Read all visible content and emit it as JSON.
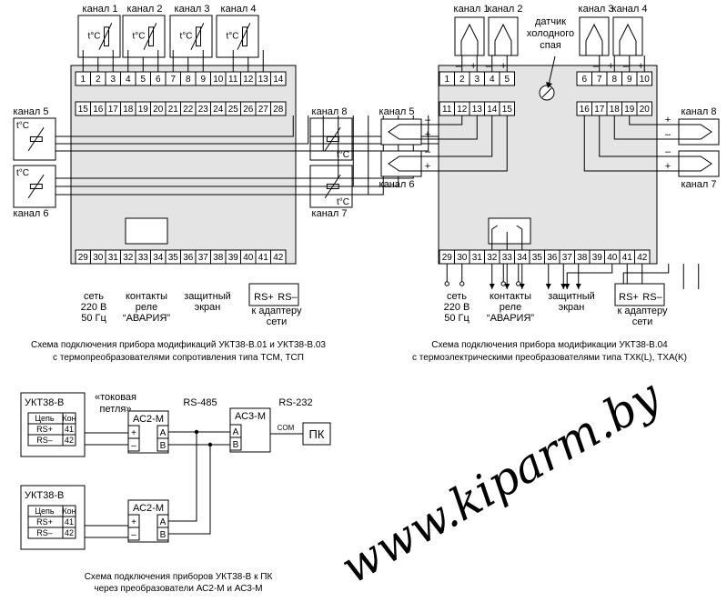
{
  "left": {
    "channels_top": [
      "канал 1",
      "канал 2",
      "канал 3",
      "канал 4"
    ],
    "channels_side": [
      "канал 5",
      "канал 6",
      "канал 8",
      "канал 7"
    ],
    "sensor_label": "t°C",
    "term_top": [
      "1",
      "2",
      "3",
      "4",
      "5",
      "6",
      "7",
      "8",
      "9",
      "10",
      "11",
      "12",
      "13",
      "14"
    ],
    "term_mid": [
      "15",
      "16",
      "17",
      "18",
      "19",
      "20",
      "21",
      "22",
      "23",
      "24",
      "25",
      "26",
      "27",
      "28"
    ],
    "term_bottom": [
      "29",
      "30",
      "31",
      "32",
      "33",
      "34",
      "35",
      "36",
      "37",
      "38",
      "39",
      "40",
      "41",
      "42"
    ],
    "power_lines": [
      "сеть",
      "220 В",
      "50 Гц"
    ],
    "relay_lines": [
      "контакты",
      "реле",
      "“АВАРИЯ”"
    ],
    "screen_lines": [
      "защитный",
      "экран"
    ],
    "rs_plus": "RS+",
    "rs_minus": "RS–",
    "adapter_lines": [
      "к адаптеру",
      "сети"
    ],
    "caption": [
      "Схема подключения прибора модификаций УКТ38-В.01 и УКТ38-В.03",
      "с термопреобразователями сопротивления типа ТСМ, ТСП"
    ]
  },
  "right": {
    "channels_top": [
      "канал 1",
      "канал 2",
      "канал 3",
      "канал 4"
    ],
    "channels_side": [
      "канал 5",
      "канал 6",
      "канал 8",
      "канал 7"
    ],
    "cold_junction_lines": [
      "датчик",
      "холодного",
      "спая"
    ],
    "term_top": [
      "1",
      "2",
      "3",
      "4",
      "5",
      "6",
      "7",
      "8",
      "9",
      "10"
    ],
    "term_mid": [
      "11",
      "12",
      "13",
      "14",
      "15",
      "16",
      "17",
      "18",
      "19",
      "20"
    ],
    "term_bottom": [
      "29",
      "30",
      "31",
      "32",
      "33",
      "34",
      "35",
      "36",
      "37",
      "38",
      "39",
      "40",
      "41",
      "42"
    ],
    "plus": "+",
    "minus": "–",
    "power_lines": [
      "сеть",
      "220 В",
      "50 Гц"
    ],
    "relay_lines": [
      "контакты",
      "реле",
      "“АВАРИЯ”"
    ],
    "screen_lines": [
      "защитный",
      "экран"
    ],
    "rs_plus": "RS+",
    "rs_minus": "RS–",
    "adapter_lines": [
      "к адаптеру",
      "сети"
    ],
    "caption": [
      "Схема подключения прибора модификации УКТ38-В.04",
      "с термоэлектрическими преобразователями типа ТХК(L), ТХА(K)"
    ]
  },
  "network": {
    "device": "УКТ38-В",
    "col_circuit": "Цепь",
    "col_contact": "Кон",
    "rows": [
      [
        "RS+",
        "41"
      ],
      [
        "RS–",
        "42"
      ]
    ],
    "current_loop_lines": [
      "«токовая",
      "петля»"
    ],
    "converter_ac2": "АС2-М",
    "converter_ac3": "АС3-М",
    "rs485": "RS-485",
    "rs232": "RS-232",
    "com": "COM",
    "pc": "ПК",
    "plus": "+",
    "minus": "–",
    "a": "A",
    "b": "B",
    "caption": [
      "Схема подключения приборов УКТ38-В к ПК",
      "через преобразователи АС2-М и АС3-М"
    ]
  },
  "watermark": "www.kiparm.by"
}
